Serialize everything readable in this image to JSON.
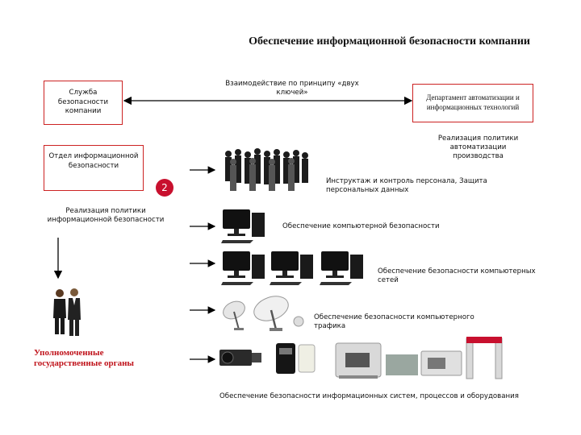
{
  "title": "Обеспечение информационной безопасности компании",
  "two_keys": "Взаимодействие по принципу «двух ключей»",
  "security_service": "Служба безопасности компании",
  "it_department": "Департамент автоматизации и информационных технологий",
  "automation_policy": "Реализация политики автоматизации производства",
  "infosec_department": "Отдел информационной безопасности",
  "badge_number": "2",
  "infosec_policy": "Реализация политики информационной безопасности",
  "authorized_bodies": "Уполномоченные государственные органы",
  "items": [
    {
      "label": "Инструктаж и контроль персонала, Защита персональных данных",
      "icon": "staff-group-icon"
    },
    {
      "label": "Обеспечение компьютерной безопасности",
      "icon": "computer-icon"
    },
    {
      "label": "Обеспечение безопасности компьютерных сетей",
      "icon": "computer-network-icon"
    },
    {
      "label": "Обеспечение безопасности компьютерного трафика",
      "icon": "satellite-dish-icon"
    },
    {
      "label": "Обеспечение безопасности информационных систем, процессов и оборудования",
      "icon": "security-equipment-icon"
    }
  ],
  "colors": {
    "accent": "#c0141c",
    "box_border": "#cc2222",
    "badge": "#c8102e"
  }
}
